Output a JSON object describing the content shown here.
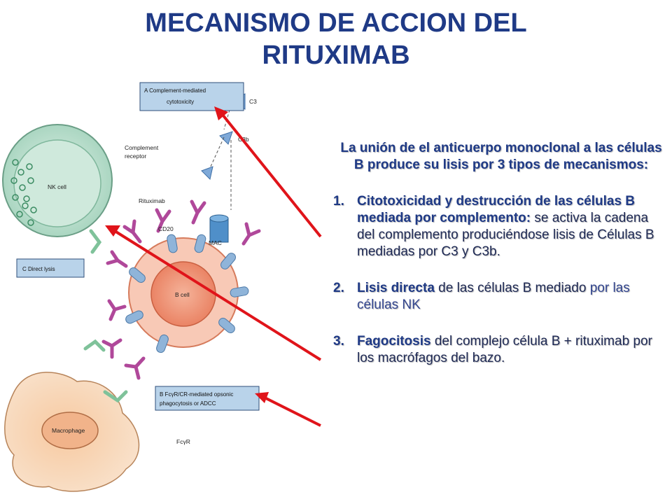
{
  "title": {
    "line1": "MECANISMO DE ACCION DEL",
    "line2": "RITUXIMAB"
  },
  "intro": "La unión de el anticuerpo monoclonal a las células B produce su lisis por 3 tipos de mecanismos:",
  "mechanisms": [
    {
      "number": "1.",
      "title": "Citotoxicidad y destrucción de las células B mediada por complemento:",
      "text": "se activa la cadena del complemento produciéndose lisis de Células B mediadas por C3 y C3b."
    },
    {
      "number": "2.",
      "title": "Lisis directa",
      "text": "de las células B mediado",
      "text2": "por las células NK"
    },
    {
      "number": "3.",
      "title": "Fagocitosis",
      "text": "del complejo célula B + rituximab por los macrófagos del bazo."
    }
  ],
  "diagram": {
    "box_a": [
      "A Complement-mediated",
      "cytotoxicity"
    ],
    "box_c": "C Direct lysis",
    "box_b": [
      "B FcγR/CR-mediated opsonic",
      "phagocytosis or ADCC"
    ],
    "labels": {
      "c3": "C3",
      "c3b": "C3b",
      "complement_receptor": [
        "Complement",
        "receptor"
      ],
      "nk_cell": "NK cell",
      "rituximab": "Rituximab",
      "cd20": "CD20",
      "mac": "MAC",
      "b_cell": "B cell",
      "macrophage": "Macrophage",
      "fcgr": "FcγR"
    }
  },
  "colors": {
    "title": "#1f3a86",
    "arrow": "#e0141a",
    "nk_cell": "#a9d7c4",
    "b_cell": "#f39c7c",
    "macrophage": "#f7d6b4",
    "antibody": "#b0489a",
    "cd20": "#8fb4d9",
    "label_box": "#b9d3ea"
  }
}
